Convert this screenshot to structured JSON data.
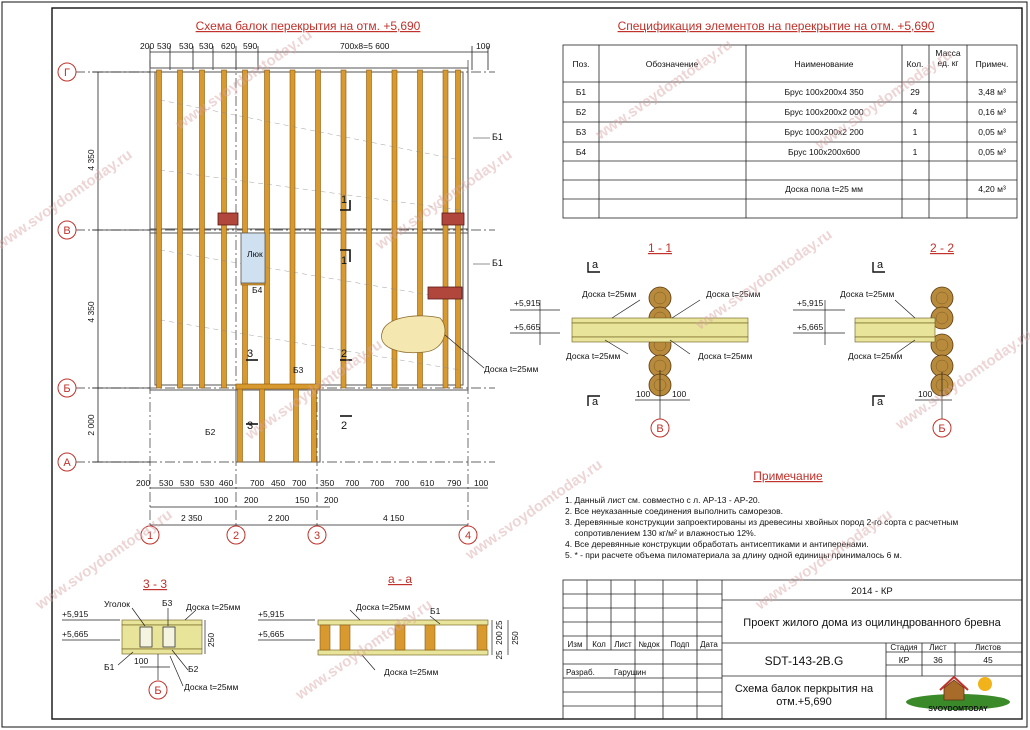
{
  "plan": {
    "title": "Схема балок перекрытия на отм. +5,690",
    "top_dims": [
      "200",
      "530",
      "530",
      "530",
      "620",
      "590",
      "700х8=5 600",
      "100"
    ],
    "bottom_dims_1": [
      "200",
      "530",
      "530",
      "530",
      "460",
      "700",
      "450",
      "700",
      "350",
      "700",
      "700",
      "700",
      "610",
      "790",
      "100"
    ],
    "bottom_dims_2": [
      "100",
      "200",
      "150",
      "200"
    ],
    "bottom_dims_3": [
      "2 350",
      "2 200",
      "4 150"
    ],
    "left_dims": [
      "4 350",
      "4 350",
      "2 000"
    ],
    "axes_rows": [
      "Г",
      "В",
      "Б",
      "А"
    ],
    "axes_cols": [
      "1",
      "2",
      "3",
      "4"
    ],
    "labels": {
      "b1_top": "Б1",
      "b1_mid": "Б1",
      "b4": "Б4",
      "b3": "Б3",
      "b2": "Б2",
      "hatch": "Люк",
      "floor": "Доска t=25мм",
      "cut1": "1",
      "cut2": "2",
      "cut3": "3"
    }
  },
  "spec": {
    "title": "Спецификация элементов на перекрытие на отм. +5,690",
    "headers": [
      "Поз.",
      "Обозначение",
      "Наименование",
      "Кол.",
      "Масса ед. кг",
      "Примеч."
    ],
    "rows": [
      [
        "Б1",
        "",
        "Брус 100х200х4 350",
        "29",
        "",
        "3,48 м³"
      ],
      [
        "Б2",
        "",
        "Брус 100х200х2 000",
        "4",
        "",
        "0,16 м³"
      ],
      [
        "Б3",
        "",
        "Брус 100х200х2 200",
        "1",
        "",
        "0,05 м³"
      ],
      [
        "Б4",
        "",
        "Брус 100х200х600",
        "1",
        "",
        "0,05 м³"
      ],
      [
        "",
        "",
        "",
        "",
        "",
        ""
      ],
      [
        "",
        "",
        "Доска пола t=25 мм",
        "",
        "",
        "4,20 м³"
      ],
      [
        "",
        "",
        "",
        "",
        "",
        ""
      ]
    ]
  },
  "sec11": {
    "title": "1 - 1",
    "a": "а",
    "lev1": "+5,915",
    "lev2": "+5,665",
    "b_top_l": "Доска t=25мм",
    "b_top_r": "Доска t=25мм",
    "b_bot_l": "Доска t=25мм",
    "b_bot_r": "Доска t=25мм",
    "d1": "100",
    "d2": "100",
    "axis": "В"
  },
  "sec22": {
    "title": "2 - 2",
    "a": "а",
    "lev1": "+5,915",
    "lev2": "+5,665",
    "b_top": "Доска t=25мм",
    "b_bot": "Доска t=25мм",
    "d1": "100",
    "axis": "Б"
  },
  "sec33": {
    "title": "3 - 3",
    "lev1": "+5,915",
    "lev2": "+5,665",
    "ugolok": "Уголок",
    "b3": "Б3",
    "b1": "Б1",
    "b2": "Б2",
    "top": "Доска t=25мм",
    "bot": "Доска t=25мм",
    "d": "100",
    "h": "250",
    "axis": "Б"
  },
  "secaa": {
    "title": "а - а",
    "lev1": "+5,915",
    "lev2": "+5,665",
    "top": "Доска t=25мм",
    "bot": "Доска t=25мм",
    "b1": "Б1",
    "dims": [
      "25",
      "200",
      "25",
      "250"
    ]
  },
  "notes": {
    "title": "Примечание",
    "lines": [
      "1. Данный лист см. совместно с л. АР-13 - АР-20.",
      "2. Все неуказанные соединения выполнить саморезов.",
      "3. Деревянные конструкции запроектированы из древесины хвойных пород 2-го сорта с расчетным",
      "    сопротивлением 130 кг/м² и влажностью 12%.",
      "4. Все деревянные конструкции обработать антисептиками и антиперенами.",
      "5. * - при расчете объема пиломатериала за длину одной единицы принималось 6 м."
    ]
  },
  "stamp": {
    "year": "2014 - КР",
    "project": "Проект жилого дома из оцилиндрованного бревна",
    "code": "SDT-143-2B.G",
    "sheet_name": "Схема балок перкрытия на отм.+5,690",
    "cols": [
      "Изм",
      "Кол",
      "Лист",
      "№док",
      "Подп",
      "Дата"
    ],
    "razrab": "Разраб.",
    "author": "Гарушин",
    "stage_h": "Стадия",
    "list_h": "Лист",
    "listov_h": "Листов",
    "stage": "КР",
    "list": "36",
    "listov": "45",
    "logo_text": "SVOYDOMTODAY"
  },
  "watermark": "www.svoydomtoday.ru",
  "colors": {
    "beam": "#d89a2e",
    "beam_edge": "#8a5a12",
    "log": "#b88a3c",
    "board": "#e8e49a",
    "brick": "#b0463c",
    "hatch": "#cfe1f0",
    "red": "#c0322b"
  }
}
